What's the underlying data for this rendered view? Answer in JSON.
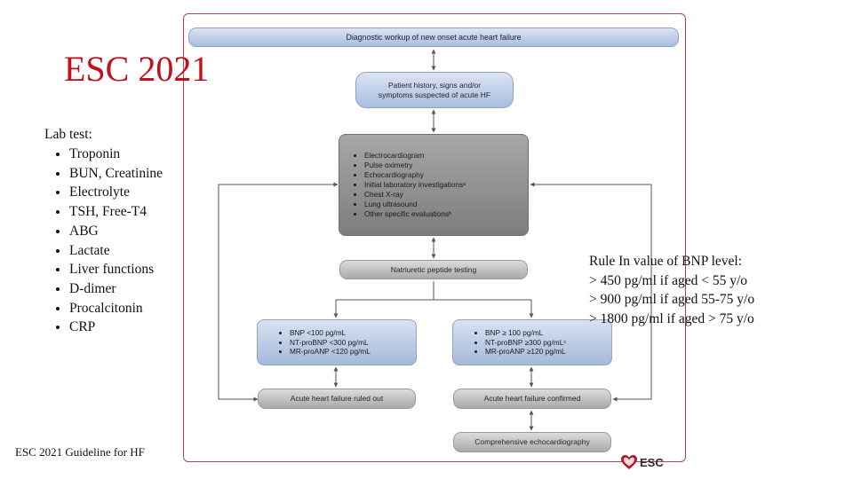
{
  "slide": {
    "title": "ESC 2021",
    "footer": "ESC 2021 Guideline for HF"
  },
  "lab_tests": {
    "title": "Lab test:",
    "items": [
      "Troponin",
      "BUN, Creatinine",
      "Electrolyte",
      "TSH, Free-T4",
      "ABG",
      "Lactate",
      "Liver functions",
      "D-dimer",
      "Procalcitonin",
      "CRP"
    ]
  },
  "bnp_rule": {
    "title": "Rule In value of BNP level:",
    "lines": [
      "> 450 pg/ml if aged < 55 y/o",
      "> 900 pg/ml if aged 55-75 y/o",
      "> 1800 pg/ml if aged > 75 y/o"
    ]
  },
  "flowchart": {
    "header": "Diagnostic workup of new onset acute heart failure",
    "history": "Patient history, signs and/or symptoms suspected of acute HF",
    "investigations": [
      "Electrocardiogram",
      "Pulse oximetry",
      "Echocardiography",
      "Initial laboratory investigationsᵃ",
      "Chest X-ray",
      "Lung ultrasound",
      "Other specific evaluationsᵇ"
    ],
    "np_testing": "Natriuretic peptide testing",
    "low_values": [
      "BNP <100 pg/mL",
      "NT-proBNP <300 pg/mL",
      "MR-proANP <120 pg/mL"
    ],
    "high_values": [
      "BNP ≥ 100 pg/mL",
      "NT-proBNP ≥300 pg/mLᶜ",
      "MR-proANP ≥120 pg/mL"
    ],
    "ruled_out": "Acute heart failure ruled out",
    "confirmed": "Acute heart failure confirmed",
    "echo": "Comprehensive echocardiography"
  },
  "logo": {
    "text": "ESC",
    "icon": "heart-logo-icon",
    "color": "#b0182a"
  },
  "colors": {
    "title_red": "#c0121c",
    "frame_border": "#a8474f",
    "arrow": "#555555"
  }
}
